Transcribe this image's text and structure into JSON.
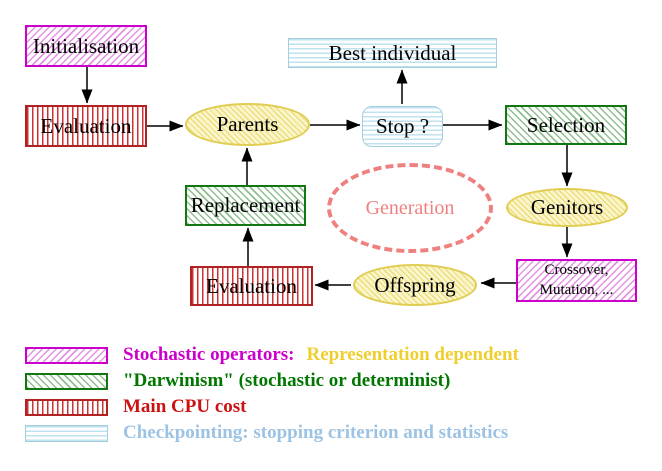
{
  "diagram": {
    "nodes": {
      "initialisation": "Initialisation",
      "evaluation_top": "Evaluation",
      "parents": "Parents",
      "best_individual": "Best individual",
      "stop": "Stop ?",
      "selection": "Selection",
      "genitors": "Genitors",
      "crossover_line1": "Crossover,",
      "crossover_line2": "Mutation, ...",
      "offspring": "Offspring",
      "evaluation_bottom": "Evaluation",
      "replacement": "Replacement",
      "generation": "Generation"
    },
    "edges": [
      {
        "from": "Initialisation",
        "to": "Evaluation"
      },
      {
        "from": "Evaluation",
        "to": "Parents"
      },
      {
        "from": "Parents",
        "to": "Stop ?"
      },
      {
        "from": "Stop ?",
        "to": "Best individual"
      },
      {
        "from": "Stop ?",
        "to": "Selection"
      },
      {
        "from": "Selection",
        "to": "Genitors"
      },
      {
        "from": "Genitors",
        "to": "Crossover, Mutation, ..."
      },
      {
        "from": "Crossover, Mutation, ...",
        "to": "Offspring"
      },
      {
        "from": "Offspring",
        "to": "Evaluation"
      },
      {
        "from": "Evaluation",
        "to": "Replacement"
      },
      {
        "from": "Replacement",
        "to": "Parents"
      }
    ],
    "colors": {
      "magenta": "#cc00cc",
      "dark_green": "#117711",
      "dark_red": "#b22222",
      "light_blue_border": "#a4cede",
      "yellow_border": "#e0cd52",
      "salmon": "#ef8080",
      "legend_yellow_text": "#eecf2e",
      "legend_green_text": "#007700",
      "legend_red_text": "#cc1111",
      "legend_blue_text": "#9cc3e4"
    }
  },
  "legend": {
    "items": [
      {
        "label": "Stochastic operators:",
        "label2": "Representation dependent"
      },
      {
        "label": "\"Darwinism\" (stochastic or determinist)"
      },
      {
        "label": "Main CPU cost"
      },
      {
        "label": "Checkpointing: stopping criterion and statistics"
      }
    ]
  }
}
